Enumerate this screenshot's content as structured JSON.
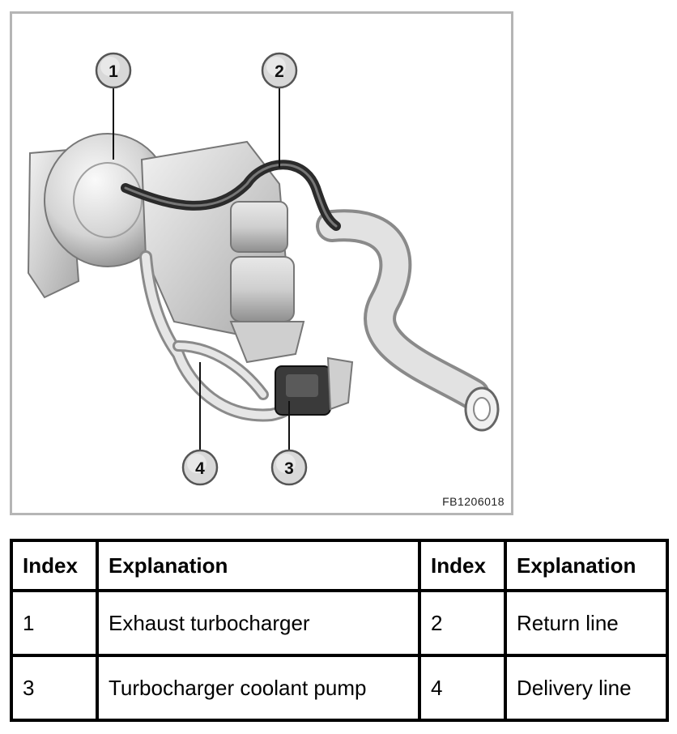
{
  "figure": {
    "code": "FB1206018",
    "callouts": [
      "1",
      "2",
      "3",
      "4"
    ]
  },
  "legend": {
    "headers": [
      "Index",
      "Explanation",
      "Index",
      "Explanation"
    ],
    "rows": [
      [
        "1",
        "Exhaust turbocharger",
        "2",
        "Return line"
      ],
      [
        "3",
        "Turbocharger coolant pump",
        "4",
        "Delivery line"
      ]
    ]
  }
}
